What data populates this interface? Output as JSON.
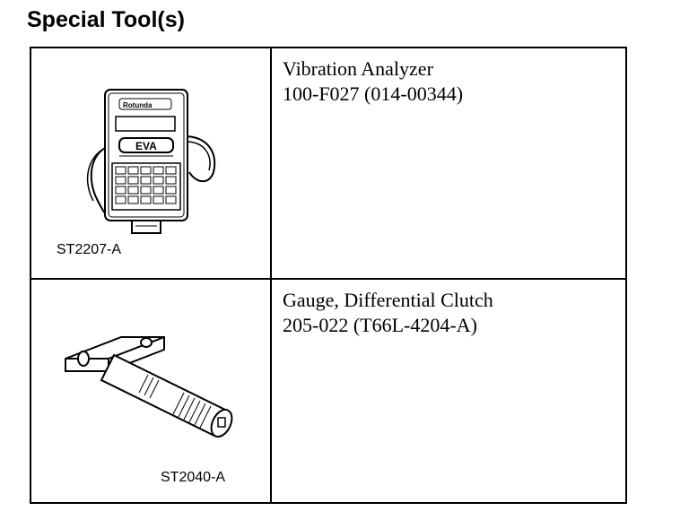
{
  "page": {
    "heading": "Special Tool(s)"
  },
  "tools": [
    {
      "illustration": "vibration-analyzer-icon",
      "caption": "ST2207-A",
      "name": "Vibration Analyzer",
      "number": "100-F027 (014-00344)",
      "brand_text": "Rotunda",
      "logo_text": "EVA"
    },
    {
      "illustration": "differential-clutch-gauge-icon",
      "caption": "ST2040-A",
      "name": "Gauge, Differential Clutch",
      "number": "205-022 (T66L-4204-A)"
    }
  ]
}
